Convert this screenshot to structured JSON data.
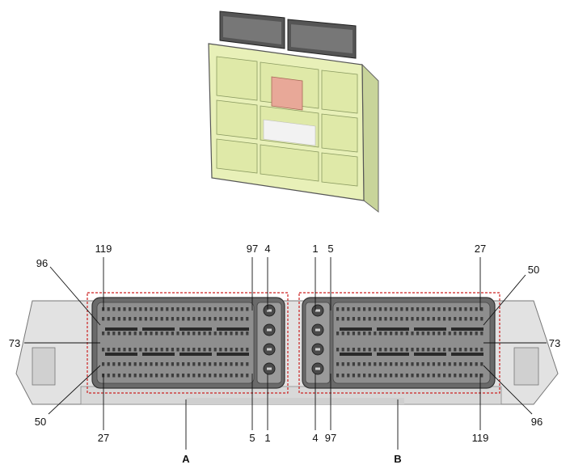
{
  "connector_a": {
    "name": "A",
    "top_labels": [
      "119",
      "97",
      "4"
    ],
    "bottom_labels": [
      "27",
      "5",
      "1"
    ],
    "side_labels": [
      "96",
      "73",
      "50"
    ]
  },
  "connector_b": {
    "name": "B",
    "top_labels": [
      "1",
      "5",
      "27"
    ],
    "bottom_labels": [
      "4",
      "97",
      "119"
    ],
    "side_labels": [
      "50",
      "73",
      "96"
    ]
  },
  "colors": {
    "ecu_body": "#e8f0b8",
    "ecu_panel": "#dfe9a8",
    "connector_housing": "#6a6a6a",
    "pin_field": "#9a9a9a",
    "outline_dash": "#cc2222",
    "base": "#d8d8d8"
  }
}
